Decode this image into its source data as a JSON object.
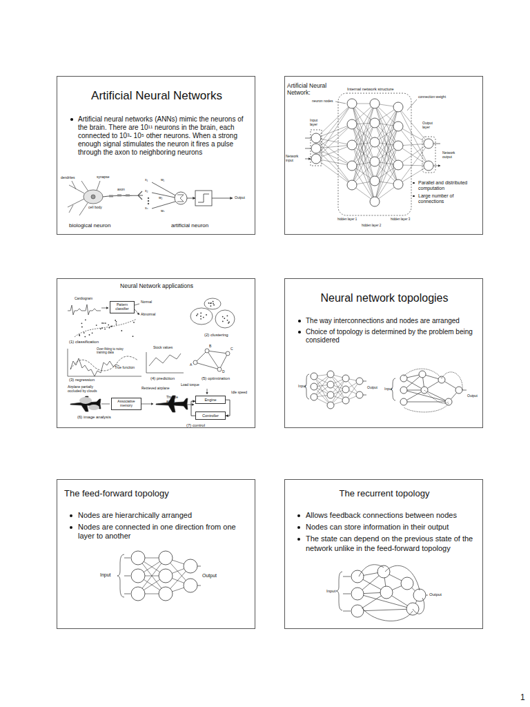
{
  "diagram": {
    "nodes": [
      {
        "text": [
          "Artificial Neural Networks",
          "Artificial neural networks (ANNs) mimic the neurons of the brain. There are 10¹¹ neurons in the brain, each connected to 10³- 10⁵ other neurons. When a strong enough signal stimulates the neuron it fires a pulse through the axon to neighboring neurons"
        ]
      },
      {
        "text": [
          "Artificial Neural Network:",
          "Parallel and distributed computation",
          "Large number of connections"
        ]
      },
      {
        "text": [
          "Neural Network applications"
        ]
      },
      {
        "text": [
          "Pattern classifier"
        ],
        "in": 2
      },
      {
        "text": [
          "Associative memory"
        ],
        "in": 2
      },
      {
        "text": [
          "Engine"
        ],
        "in": 2
      },
      {
        "text": [
          "Controller"
        ],
        "in": 2
      },
      {
        "text": [
          "Neural network topologies",
          "The way interconnections and nodes are arranged",
          "Choice of topology is determined by the problem being considered"
        ]
      },
      {
        "text": [
          "The feed-forward topology",
          "Nodes are hierarchically arranged",
          "Nodes are connected in one direction from one layer to another"
        ]
      },
      {
        "text": [
          "The recurrent topology",
          "Allows feedback connections between nodes",
          "Nodes can store information in their output",
          "The state can depend on the previous state of the network unlike in the feed-forward topology"
        ]
      }
    ],
    "edges": [
      {
        "from": 5,
        "to": 6,
        "arrow": "to"
      },
      {
        "from": 6,
        "to": 5,
        "arrow": "to"
      }
    ],
    "labels": [
      "synapse",
      "axon",
      "dendrites",
      "cell body",
      "x₁",
      "x₂",
      "xₙ",
      "w₁",
      "w₂",
      "wₙ",
      "Output",
      "biological neuron",
      "artificial neuron",
      "Internal network structure",
      "neuron nodes",
      "connection weight",
      "Input layer",
      "Output layer",
      "Network input",
      "Network output",
      "hidden layer 1",
      "hidden layer 2",
      "hidden layer 3",
      "Cardiogram",
      "Normal",
      "Abnormal",
      "(1) classification",
      "(2) clustering",
      "Over-fitting to noisy training data",
      "True function",
      "(3) regression",
      "Stock values",
      "(4) prediction",
      "A",
      "B",
      "C",
      "D",
      "(5) optimization",
      "Airplane partially occluded by clouds",
      "Retrieved airplane",
      "(6) image analysis",
      "Load torque",
      "Throttle angle",
      "Idle speed",
      "(7) control",
      "Input",
      "Output",
      "Input",
      "Output",
      "Input",
      "Output",
      "Input",
      "Output",
      "1"
    ]
  }
}
